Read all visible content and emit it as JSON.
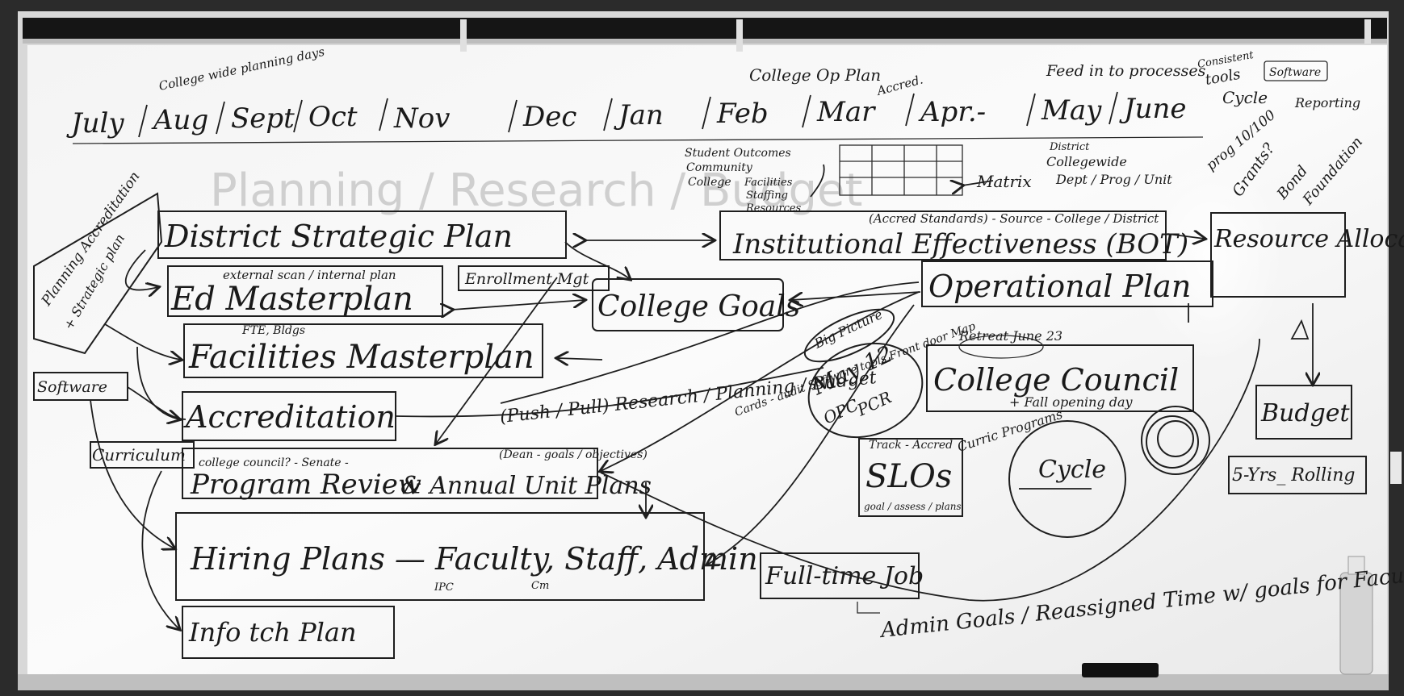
{
  "months": [
    "July",
    "Aug",
    "Sept",
    "Oct",
    "Nov",
    "Dec",
    "Jan",
    "Feb",
    "Mar",
    "Apr.-",
    "May",
    "June"
  ],
  "top_notes": {
    "college_wide": "College wide planning days",
    "op_plan": "College Op Plan",
    "accred": "Accred.",
    "feed": "Feed in to processes",
    "consistent": "Consistent",
    "tools": "tools",
    "software": "Software",
    "cycle": "Cycle",
    "reporting": "Reporting",
    "prog": "prog 10/100",
    "grants": "Grants?",
    "bond": "Bond",
    "foundation": "Foundation"
  },
  "faint_header": "Planning / Research / Budget",
  "left_notes": {
    "planning_accred": "Planning Accreditation",
    "strategic": "+ Strategic plan",
    "software": "Software",
    "curriculum": "Curriculum"
  },
  "boxes": {
    "district": "District Strategic Plan",
    "ed_master": "Ed Masterplan",
    "ed_scan": "external scan / internal plan",
    "enrollment": "Enrollment Mgt",
    "facilities": "Facilities Masterplan",
    "facilities_note": "FTE, Bldgs",
    "accreditation": "Accreditation",
    "program_review": "Program Review",
    "program_note": "college council? - Senate -",
    "unit_plans": "& Annual Unit Plans",
    "unit_note": "(Dean - goals / objectives)",
    "hiring": "Hiring Plans — Faculty, Staff, Admin",
    "ipc": "IPC",
    "cm": "Cm",
    "infotech": "Info tch Plan",
    "college_goals": "College Goals",
    "ie": "Institutional Effectiveness (BOT)",
    "ie_note": "(Accred Standards) - Source - College / District",
    "operational": "Operational Plan",
    "resource": "Resource Allocation",
    "budget": "Budget",
    "rolling": "5-Yrs_ Rolling",
    "council": "College Council",
    "council_note": "+ Fall opening day",
    "retreat": "Retreat June 23",
    "fulltime": "Full-time Job",
    "slo": "SLOs",
    "slo_note": "Track - Accred",
    "slo_sub": "goal / assess / plans",
    "curric": "Curric Programs",
    "cycle": "Cycle"
  },
  "mid_notes": {
    "student": "Student Outcomes",
    "community": "Community",
    "college": "College",
    "facilities": "Facilities",
    "staffing": "Staffing",
    "resources": "Resources",
    "matrix": "Matrix",
    "district": "District",
    "collegewide": "Collegewide",
    "dept": "Dept / Prog / Unit",
    "research": "(Push / Pull) Research / Planning / Budget",
    "big_picture": "Big Picture",
    "may": "May 12",
    "opc": "OPC",
    "pcr": "PCR",
    "cards": "Cards - audit Software tools Front door Map"
  },
  "bottom_note": "Admin Goals / Reassigned Time w/ goals for Faculty"
}
